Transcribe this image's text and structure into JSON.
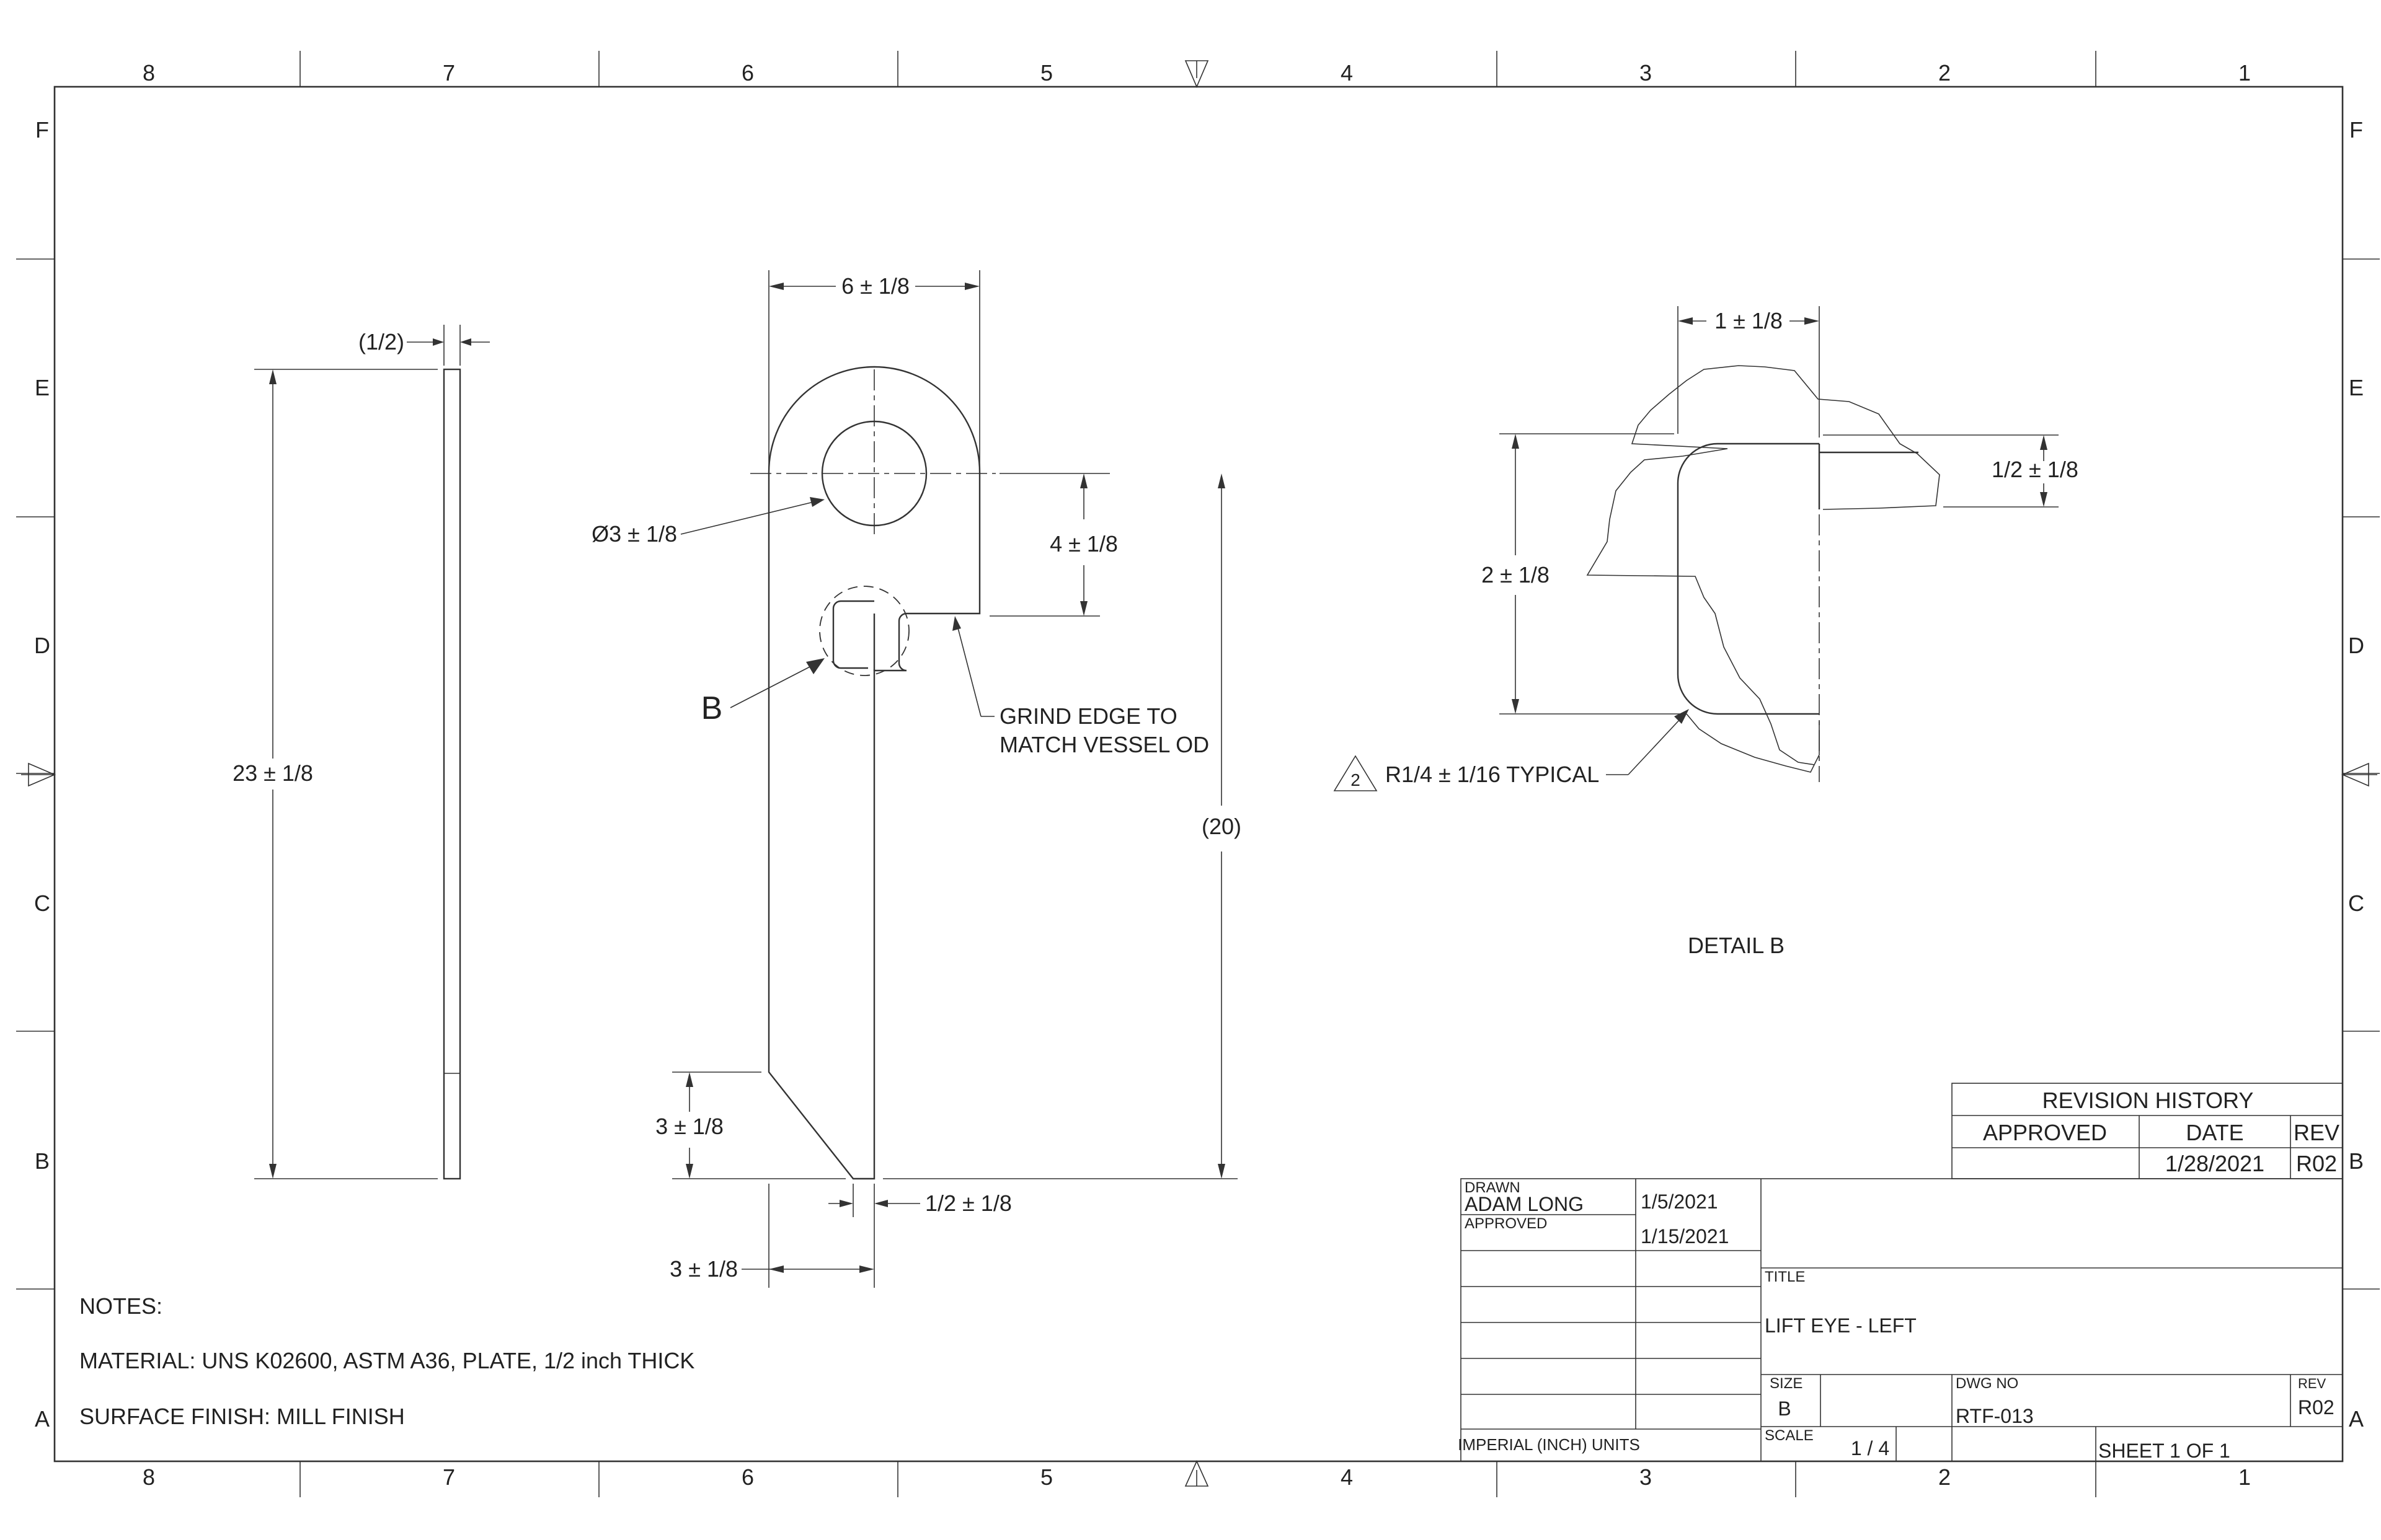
{
  "border": {
    "columns": [
      "8",
      "7",
      "6",
      "5",
      "4",
      "3",
      "2",
      "1"
    ],
    "rows": [
      "F",
      "E",
      "D",
      "C",
      "B",
      "A"
    ]
  },
  "views": {
    "side": {
      "thickness_dim": "(1/2)",
      "length_dim": "23 ± 1/8"
    },
    "front": {
      "width_dim": "6 ± 1/8",
      "hole_dim": "Ø3 ± 1/8",
      "slot_dim": "4 ± 1/8",
      "overall_dim": "(20)",
      "chamfer_height_dim": "3 ± 1/8",
      "tip_dim": "1/2 ± 1/8",
      "chamfer_width_dim": "3 ± 1/8",
      "detail_callout": "B",
      "grind_note_1": "GRIND EDGE TO",
      "grind_note_2": "MATCH VESSEL OD"
    },
    "detail": {
      "width_dim": "1 ± 1/8",
      "depth_dim": "1/2 ± 1/8",
      "height_dim": "2 ± 1/8",
      "note_flag": "2",
      "radius_note": "R1/4 ± 1/16 TYPICAL",
      "caption": "DETAIL  B"
    }
  },
  "notes": {
    "heading": "NOTES:",
    "material": "MATERIAL:  UNS K02600, ASTM A36, PLATE, 1/2 inch THICK",
    "finish": "SURFACE FINISH:  MILL FINISH"
  },
  "revision_history": {
    "title": "REVISION HISTORY",
    "col_approved": "APPROVED",
    "col_date": "DATE",
    "col_rev": "REV",
    "row": {
      "approved": "",
      "date": "1/28/2021",
      "rev": "R02"
    }
  },
  "title_block": {
    "drawn_label": "DRAWN",
    "drawn_by": "ADAM LONG",
    "drawn_date": "1/5/2021",
    "approved_label": "APPROVED",
    "approved_date": "1/15/2021",
    "units": "IMPERIAL (INCH) UNITS",
    "title_label": "TITLE",
    "title": "LIFT EYE - LEFT",
    "size_label": "SIZE",
    "size": "B",
    "dwg_no_label": "DWG NO",
    "dwg_no": "RTF-013",
    "rev_label": "REV",
    "rev": "R02",
    "scale_label": "SCALE",
    "scale": "1 / 4",
    "sheet": "SHEET 1  OF 1"
  }
}
